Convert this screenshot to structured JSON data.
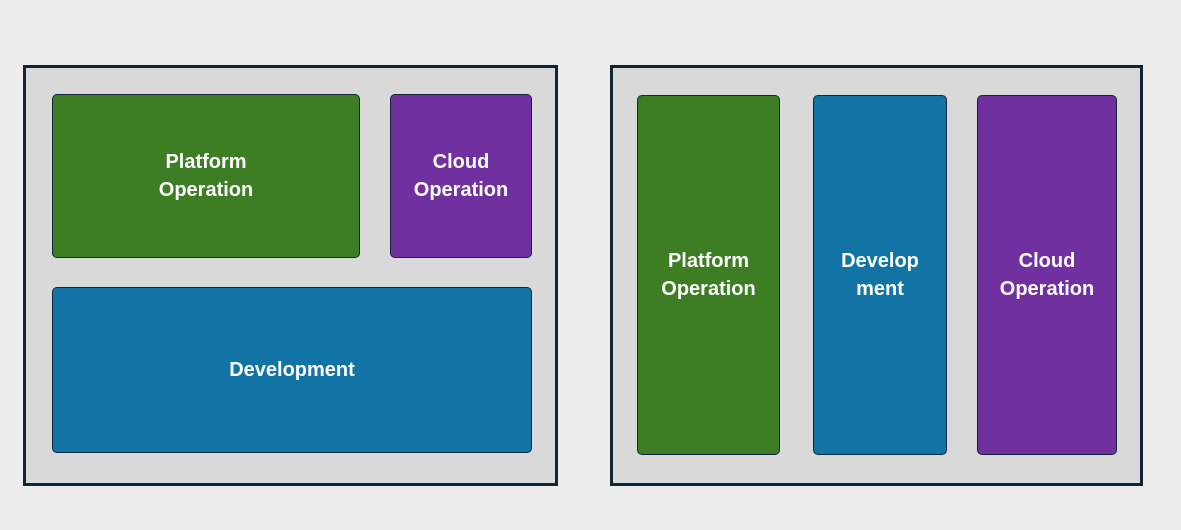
{
  "colors": {
    "page_bg": "#ededed",
    "panel_bg": "#d9d9d9",
    "panel_border": "#0d2737",
    "box_border": "#10293a",
    "green": "#3d7d23",
    "blue": "#1174a4",
    "purple": "#7030a0",
    "label_text": "#ffffff"
  },
  "left_diagram": {
    "boxes": {
      "platform_operation": {
        "lines": [
          "Platform",
          "Operation"
        ]
      },
      "cloud_operation": {
        "lines": [
          "Cloud",
          "Operation"
        ]
      },
      "development": {
        "lines": [
          "Development"
        ]
      }
    }
  },
  "right_diagram": {
    "boxes": {
      "platform_operation": {
        "lines": [
          "Platform",
          "Operation"
        ]
      },
      "development": {
        "lines": [
          "Develop",
          "ment"
        ]
      },
      "cloud_operation": {
        "lines": [
          "Cloud",
          "Operation"
        ]
      }
    }
  }
}
